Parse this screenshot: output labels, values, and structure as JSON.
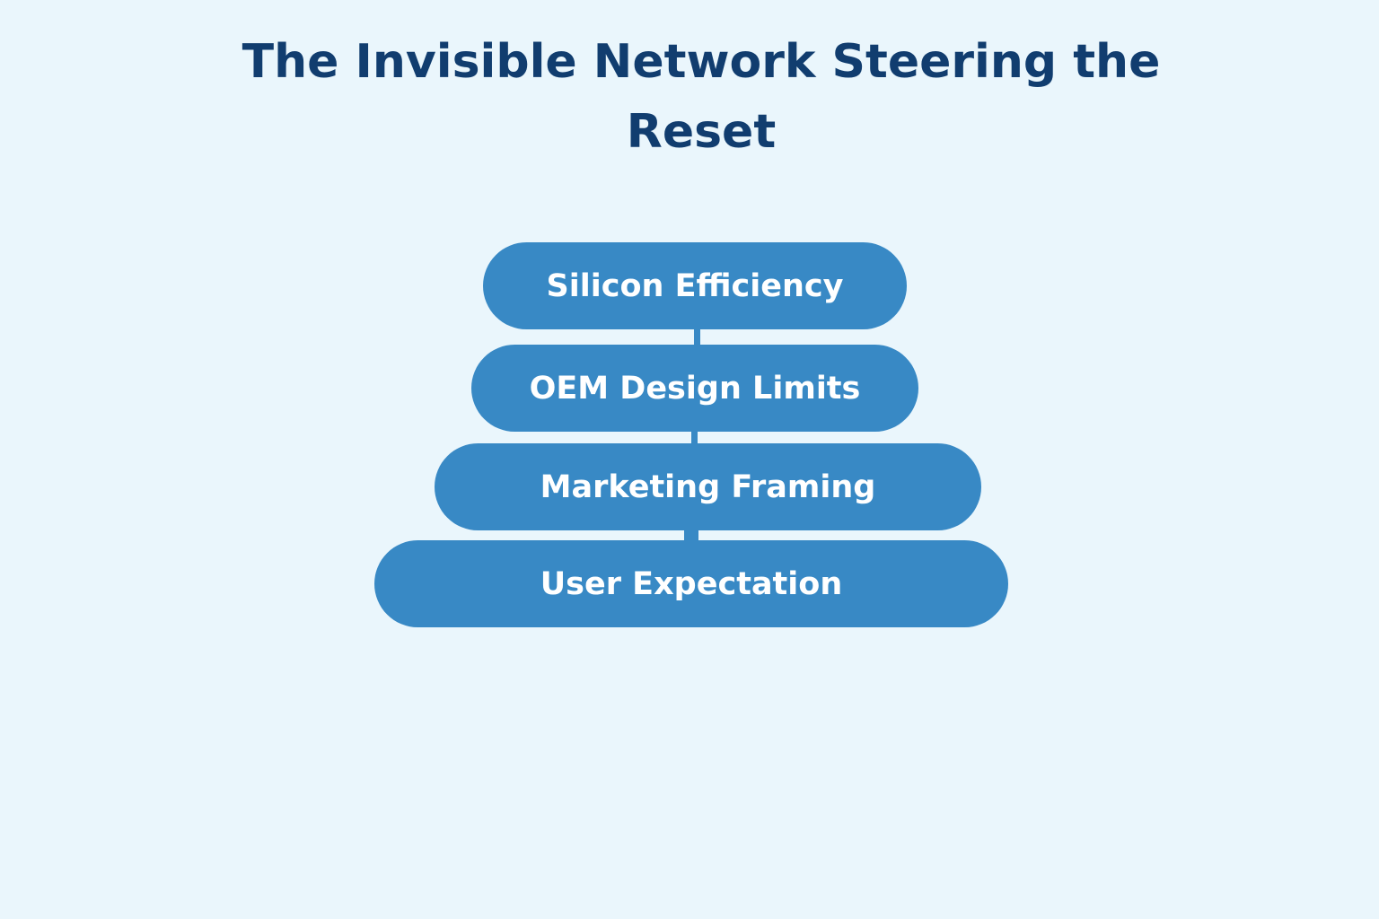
{
  "title": "The Invisible Network Steering the Reset",
  "layers": [
    {
      "label": "Silicon Efficiency"
    },
    {
      "label": "OEM Design Limits"
    },
    {
      "label": "Marketing Framing"
    },
    {
      "label": "User Expectation"
    }
  ],
  "colors": {
    "background": "#eaf6fc",
    "title": "#113d6f",
    "pill": "#3889c5",
    "pill_text": "#ffffff"
  }
}
